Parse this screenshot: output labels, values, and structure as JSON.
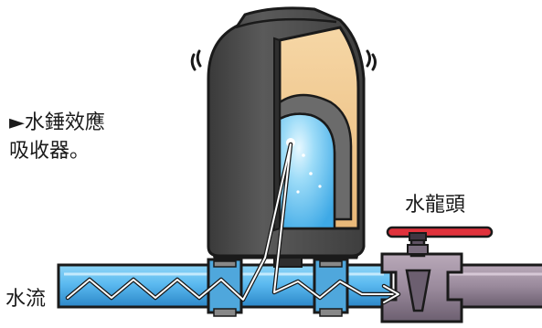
{
  "caption": {
    "line1": "►水錘效應",
    "line2": "吸收器。"
  },
  "labels": {
    "faucet": "水龍頭",
    "water_flow": "水流"
  },
  "colors": {
    "outline": "#1a1a1a",
    "absorber_body": "#4a4a4a",
    "absorber_shadow": "#2e2e2e",
    "air_chamber": "#f0c98a",
    "diaphragm": "#6b6b6b",
    "water_light": "#bfe9fb",
    "water": "#4fb8ec",
    "pipe_water": "#67c2f0",
    "pipe_water_dark": "#2d8fd0",
    "faucet_metal": "#9a8a9c",
    "faucet_dark": "#5e5262",
    "handle_red": "#e0323c",
    "flow_line": "#ffffff"
  }
}
